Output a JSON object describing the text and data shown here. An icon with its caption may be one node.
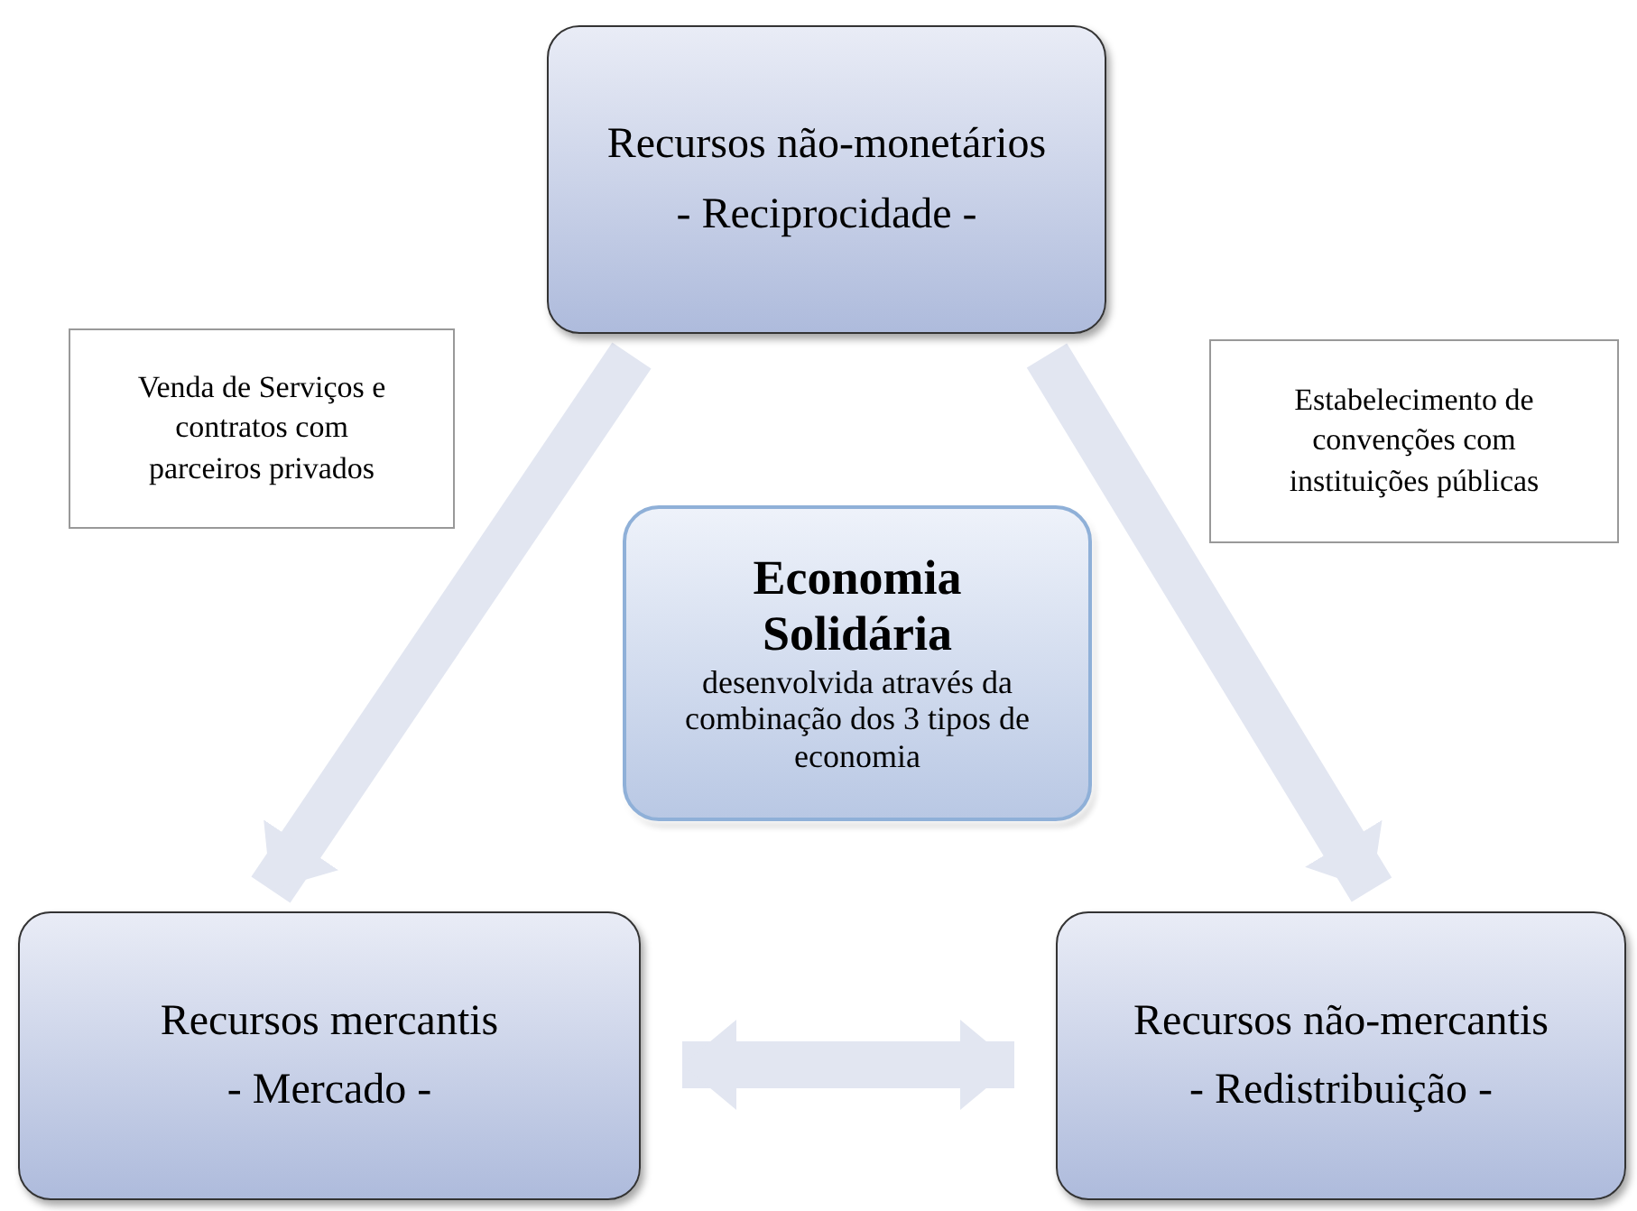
{
  "diagram": {
    "nodes": [
      {
        "text": [
          "Recursos não-monetários",
          "- Reciprocidade -"
        ]
      },
      {
        "text": [
          "Venda de Serviços e contratos com parceiros privados"
        ]
      },
      {
        "text": [
          "Estabelecimento de convenções com instituições públicas"
        ]
      },
      {
        "text": [
          "Economia Solidária",
          "desenvolvida através da combinação dos 3 tipos de economia"
        ]
      },
      {
        "text": [
          "Recursos mercantis",
          "- Mercado -"
        ]
      },
      {
        "text": [
          "Recursos não-mercantis",
          "- Redistribuição -"
        ]
      }
    ],
    "edges": [
      {
        "from": 0,
        "to": 4,
        "arrow": "to"
      },
      {
        "from": 0,
        "to": 5,
        "arrow": "to"
      },
      {
        "from": 4,
        "to": 5,
        "arrow": "both"
      }
    ]
  }
}
